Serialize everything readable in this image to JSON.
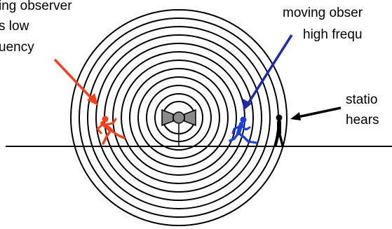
{
  "labels": {
    "left_line1": "ing observer",
    "left_line2": "s low",
    "left_line3": "uency",
    "right_line1": "moving obser",
    "right_line2": "high frequ",
    "stationary_line1": "statio",
    "stationary_line2": "hears"
  },
  "figures": {
    "left_runner": "running-observer-away",
    "right_runner": "running-observer-toward",
    "stationary": "stationary-observer",
    "source": "sound-source-speaker"
  },
  "colors": {
    "left_arrow": "#f5401a",
    "left_runner": "#f5401a",
    "right_arrow": "#1f2aa8",
    "right_runner": "#1a3fe0",
    "stationary_arrow": "#000000",
    "waves": "#000000",
    "speaker": "#888888"
  }
}
